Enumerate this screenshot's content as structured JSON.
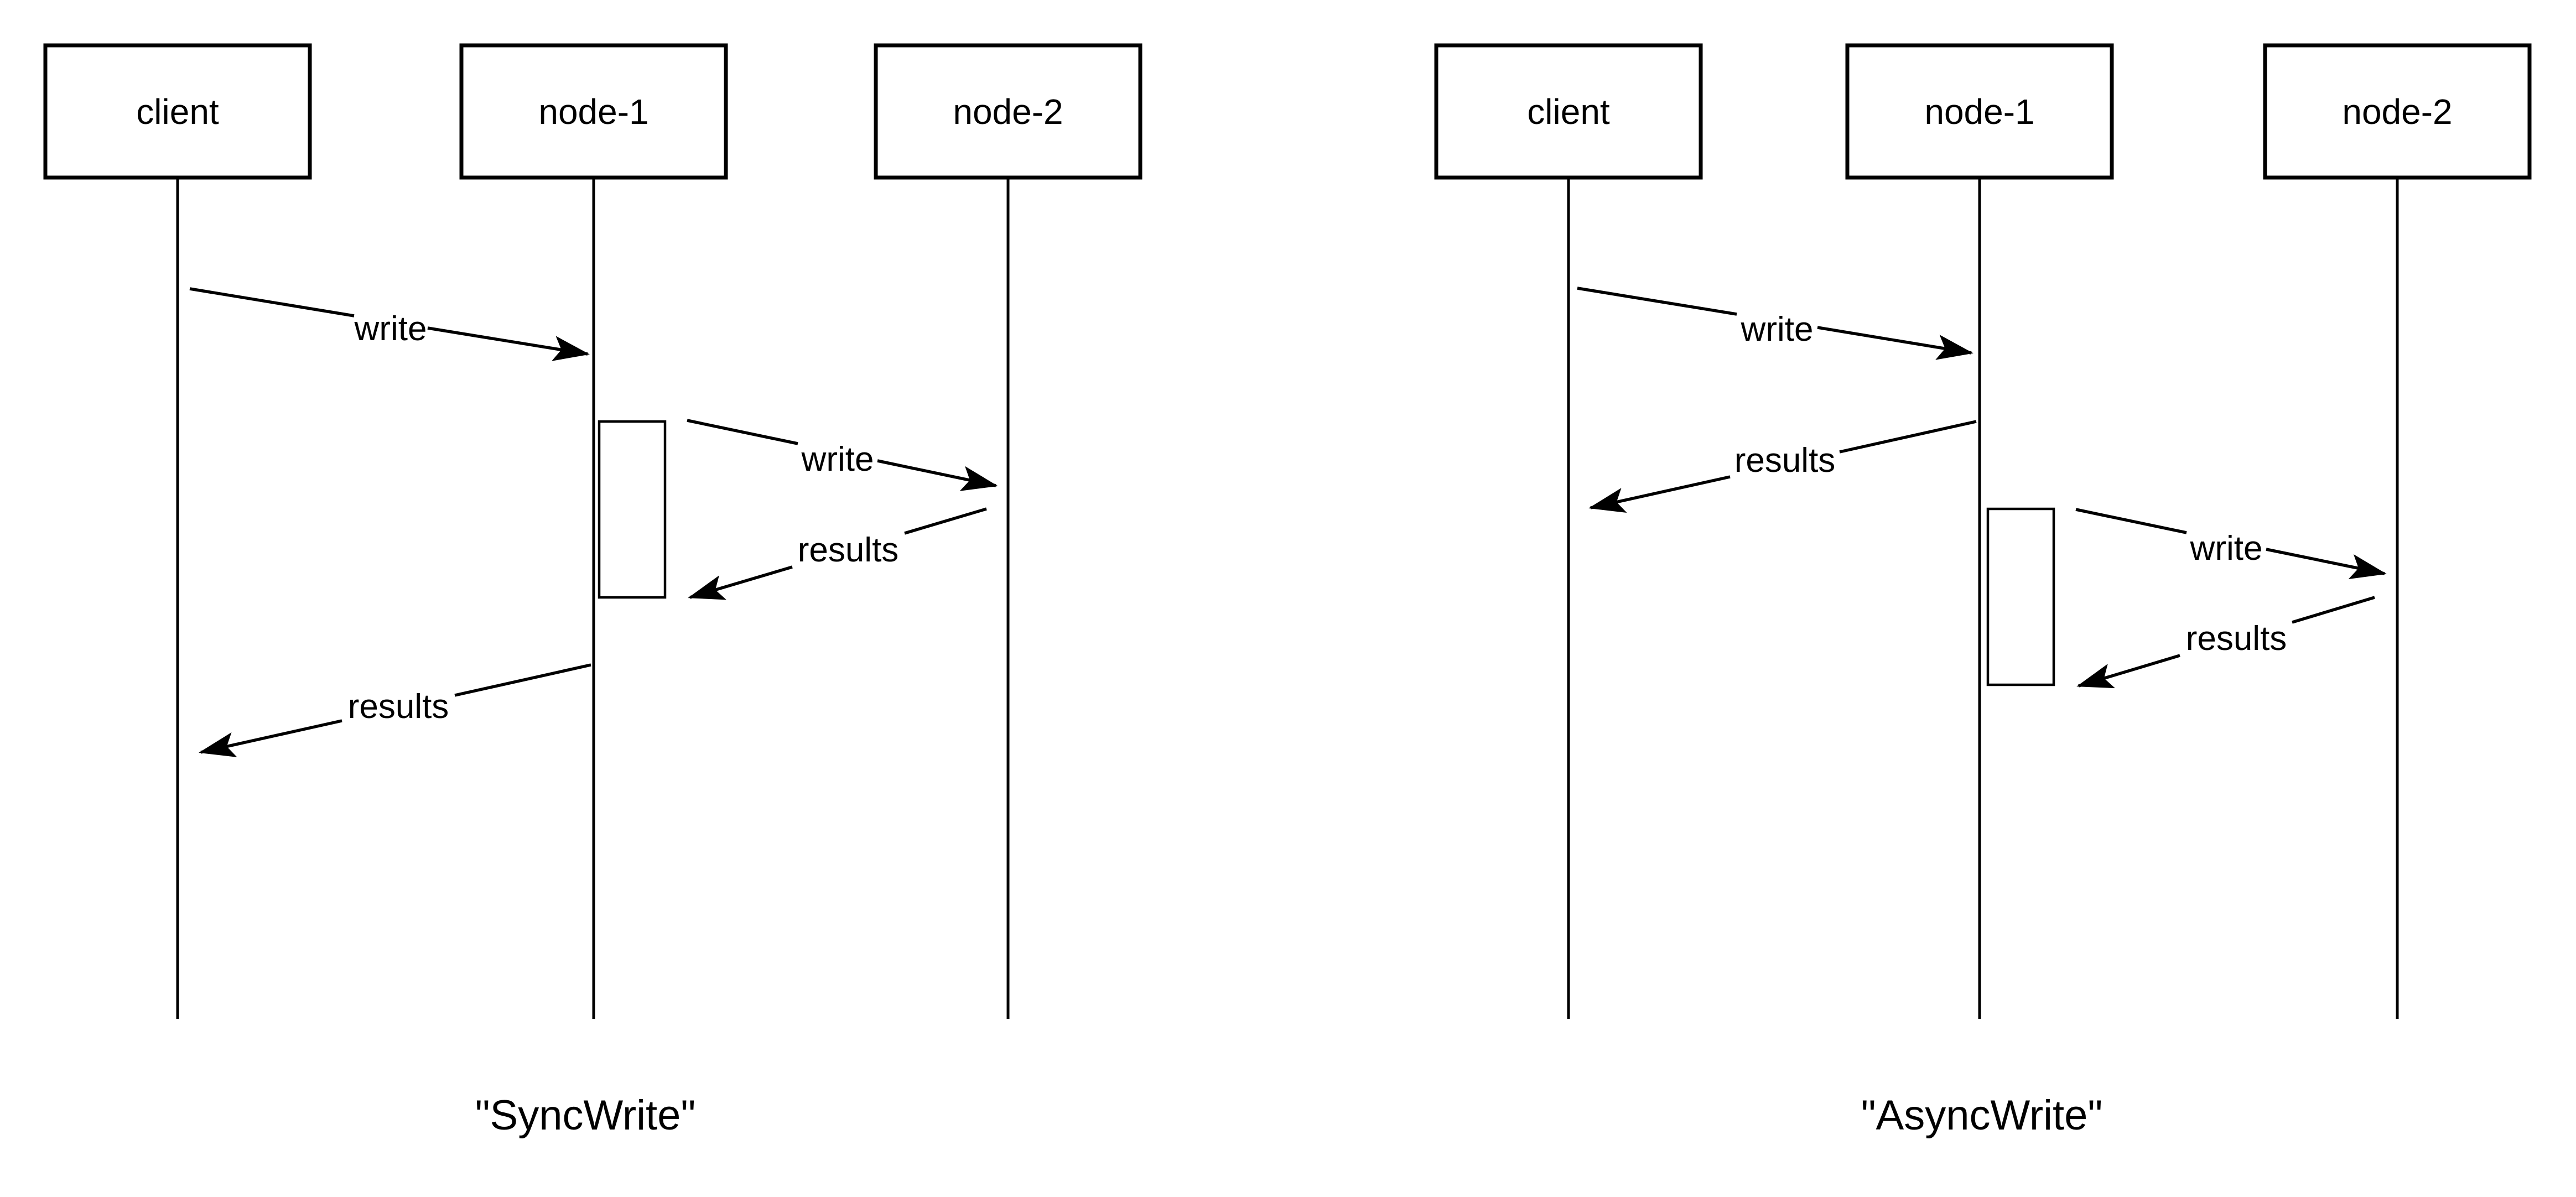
{
  "canvas": {
    "background_color": "#ffffff",
    "ink_color": "#000000"
  },
  "diagrams": [
    {
      "title": "\"SyncWrite\"",
      "actors": [
        {
          "label": "client"
        },
        {
          "label": "node-1"
        },
        {
          "label": "node-2"
        }
      ],
      "messages": [
        {
          "label": "write",
          "from": "client",
          "to": "node-1"
        },
        {
          "label": "write",
          "from": "node-1",
          "to": "node-2"
        },
        {
          "label": "results",
          "from": "node-2",
          "to": "node-1"
        },
        {
          "label": "results",
          "from": "node-1",
          "to": "client"
        }
      ]
    },
    {
      "title": "\"AsyncWrite\"",
      "actors": [
        {
          "label": "client"
        },
        {
          "label": "node-1"
        },
        {
          "label": "node-2"
        }
      ],
      "messages": [
        {
          "label": "write",
          "from": "client",
          "to": "node-1"
        },
        {
          "label": "results",
          "from": "node-1",
          "to": "client"
        },
        {
          "label": "write",
          "from": "node-1",
          "to": "node-2"
        },
        {
          "label": "results",
          "from": "node-2",
          "to": "node-1"
        }
      ]
    }
  ]
}
